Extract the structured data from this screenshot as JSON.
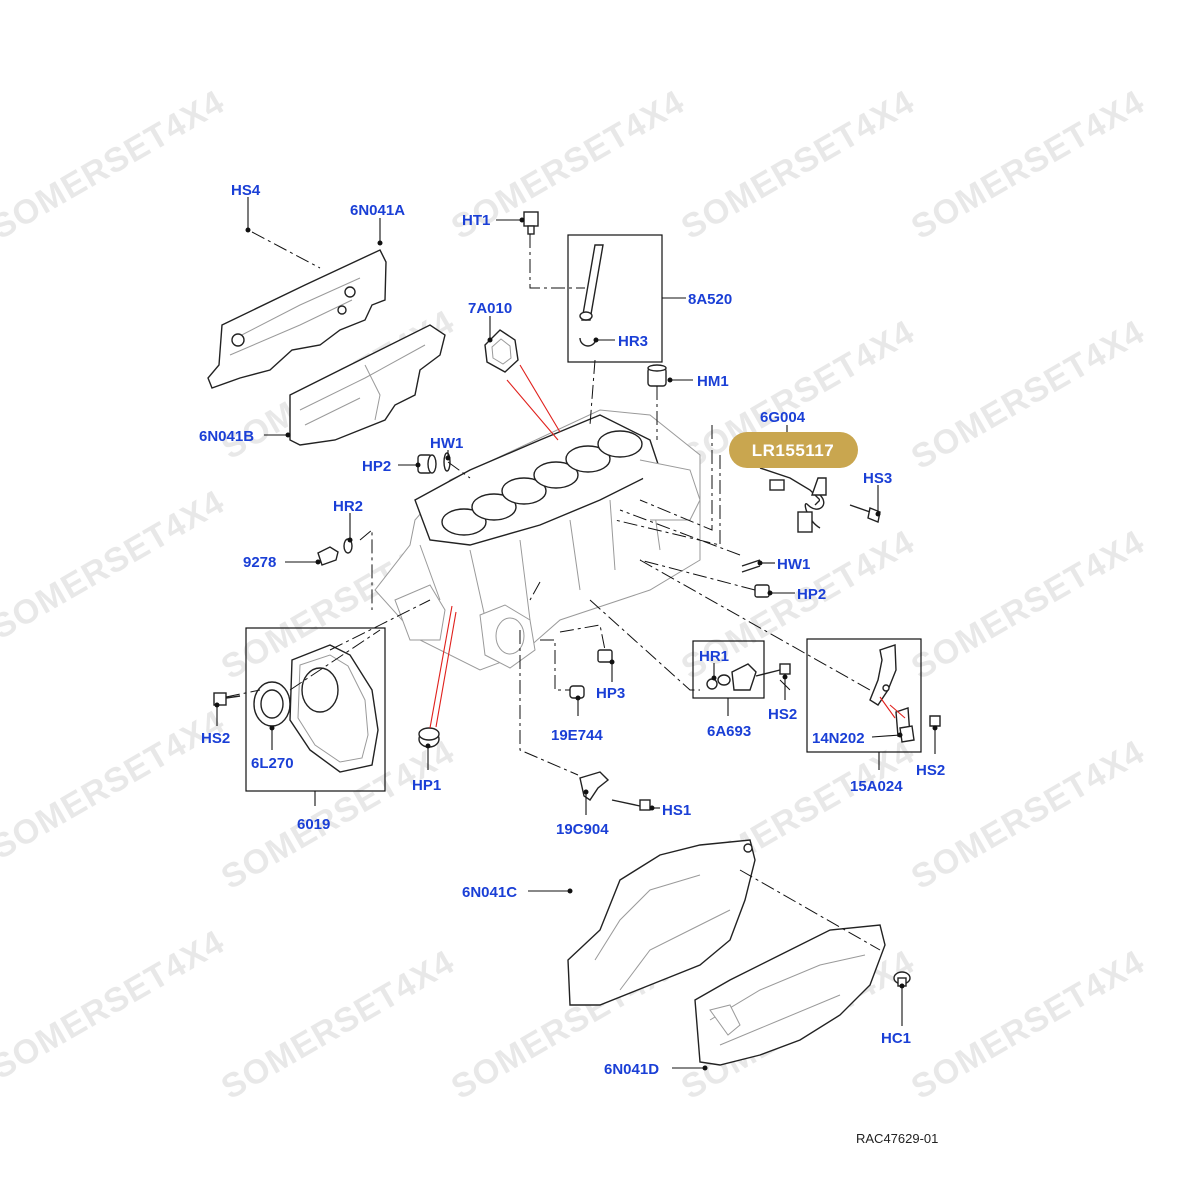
{
  "diagram_ref": "RAC47629-01",
  "highlight_badge": {
    "label": "LR155117",
    "color": "#c9a64f"
  },
  "watermark": "SOMERSET4X4",
  "callout_color": "#1a3fd6",
  "callouts": {
    "hs4": "HS4",
    "n6n041a": "6N041A",
    "ht1": "HT1",
    "a7a010": "7A010",
    "a8a520": "8A520",
    "hr3": "HR3",
    "hm1": "HM1",
    "g6g004": "6G004",
    "hs3": "HS3",
    "n6n041b": "6N041B",
    "hw1_top": "HW1",
    "hp2_top": "HP2",
    "hr2": "HR2",
    "p9278": "9278",
    "hw1_right": "HW1",
    "hp2_right": "HP2",
    "hr1": "HR1",
    "hp3": "HP3",
    "hs2_a": "HS2",
    "a6a693": "6A693",
    "n14n202": "14N202",
    "hs2_b": "HS2",
    "a15a024": "15A024",
    "hs2_c": "HS2",
    "l6l270": "6L270",
    "p6019": "6019",
    "hp1": "HP1",
    "e19e744": "19E744",
    "hs1": "HS1",
    "c19c904": "19C904",
    "n6n041c": "6N041C",
    "hc1": "HC1",
    "n6n041d": "6N041D"
  }
}
